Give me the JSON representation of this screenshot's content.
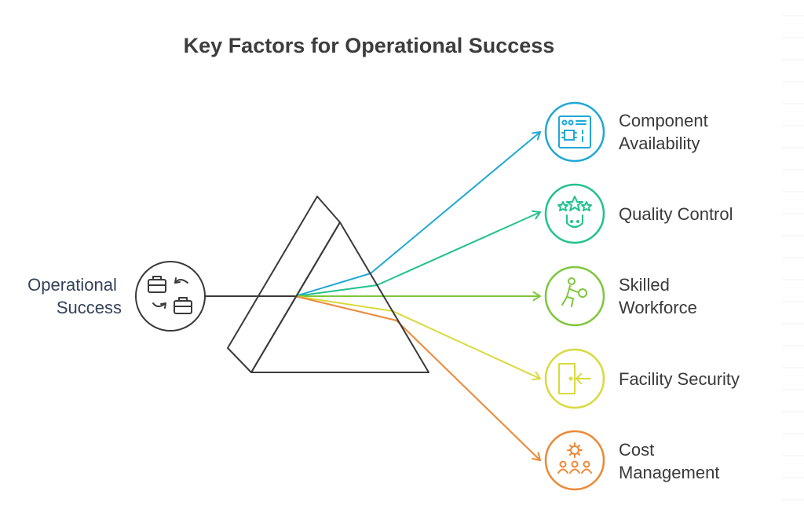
{
  "title": "Key Factors for Operational Success",
  "source": {
    "lines": [
      "Operational",
      "Success"
    ],
    "icon": "briefcase-exchange-icon"
  },
  "factors": [
    {
      "lines": [
        "Component",
        "Availability"
      ],
      "color": "#1fa8d6",
      "icon": "circuit-board-icon"
    },
    {
      "lines": [
        "Quality Control"
      ],
      "color": "#22c28e",
      "icon": "star-award-icon"
    },
    {
      "lines": [
        "Skilled",
        "Workforce"
      ],
      "color": "#7ec63c",
      "icon": "worker-icon"
    },
    {
      "lines": [
        "Facility Security"
      ],
      "color": "#d9d93c",
      "icon": "door-entry-icon"
    },
    {
      "lines": [
        "Cost",
        "Management"
      ],
      "color": "#ec8936",
      "icon": "team-gear-icon"
    }
  ]
}
